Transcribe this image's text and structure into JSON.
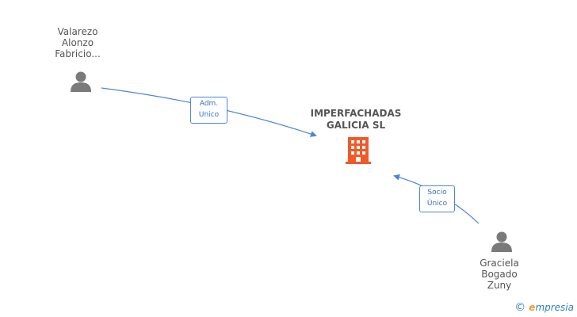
{
  "nodes": {
    "person_top": {
      "lines": [
        "Valarezo",
        "Alonzo",
        "Fabricio..."
      ],
      "icon": "person-icon"
    },
    "company": {
      "lines": [
        "IMPERFACHADAS",
        "GALICIA SL"
      ],
      "icon": "building-icon"
    },
    "person_bottom": {
      "lines": [
        "Graciela",
        "Bogado",
        "Zuny"
      ],
      "icon": "person-icon"
    }
  },
  "edges": {
    "top_to_company": {
      "lines": [
        "Adm.",
        "Unico"
      ]
    },
    "bottom_to_company": {
      "lines": [
        "Socio",
        "Único"
      ]
    }
  },
  "colors": {
    "edge": "#4a86d8",
    "person_icon": "#7a7a7a",
    "building_icon": "#f05a28",
    "text": "#555555"
  },
  "watermark": {
    "copyright_symbol": "©",
    "brand_initial": "e",
    "brand_rest": "mpresia"
  }
}
